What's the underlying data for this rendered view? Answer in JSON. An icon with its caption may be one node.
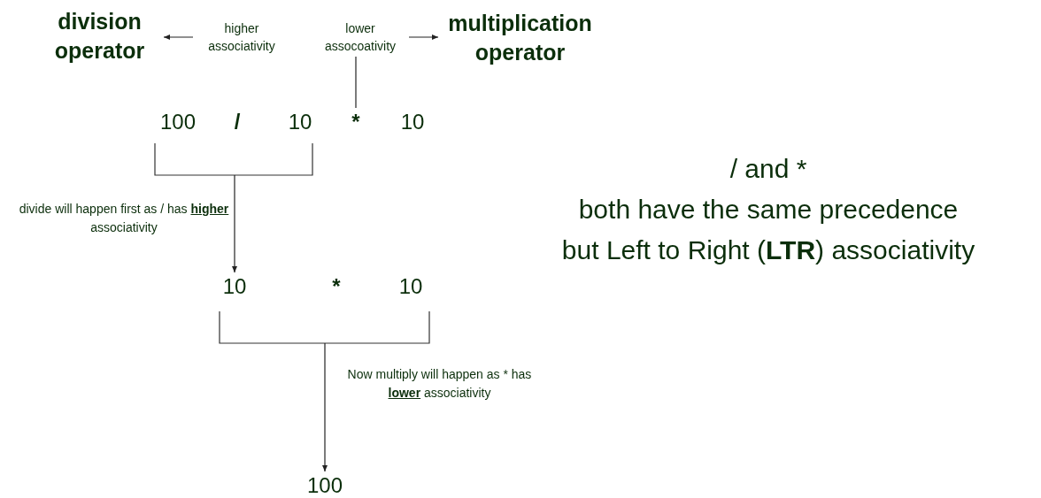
{
  "diagram": {
    "nodes": [
      {
        "text": [
          "division operator"
        ]
      },
      {
        "text": [
          "higher associativity"
        ]
      },
      {
        "text": [
          "lower assocoativity"
        ]
      },
      {
        "text": [
          "multiplication operator"
        ]
      },
      {
        "text": [
          "100"
        ]
      },
      {
        "text": [
          "/"
        ]
      },
      {
        "text": [
          "10"
        ]
      },
      {
        "text": [
          "*"
        ]
      },
      {
        "text": [
          "10"
        ]
      },
      {
        "text": [],
        "shape": "bracket"
      },
      {
        "text": [
          "10"
        ]
      },
      {
        "text": [
          "*"
        ]
      },
      {
        "text": [
          "10"
        ]
      },
      {
        "text": [],
        "shape": "bracket"
      },
      {
        "text": [
          "100"
        ]
      }
    ],
    "edges": [
      {
        "from": 1,
        "to": 0,
        "arrow": "to"
      },
      {
        "from": 2,
        "to": 3,
        "arrow": "to"
      },
      {
        "from": 2,
        "to": 7,
        "arrow": "none"
      },
      {
        "from": 9,
        "to": 10,
        "arrow": "to",
        "label": "divide will happen first as / has **higher** associativity"
      },
      {
        "from": 13,
        "to": 14,
        "arrow": "to",
        "label": "Now multiply will happen as * has **lower** associativity"
      }
    ],
    "labels": [
      "/ and *",
      "both have the same precedence",
      "but Left to Right (**LTR**) associativity"
    ]
  }
}
